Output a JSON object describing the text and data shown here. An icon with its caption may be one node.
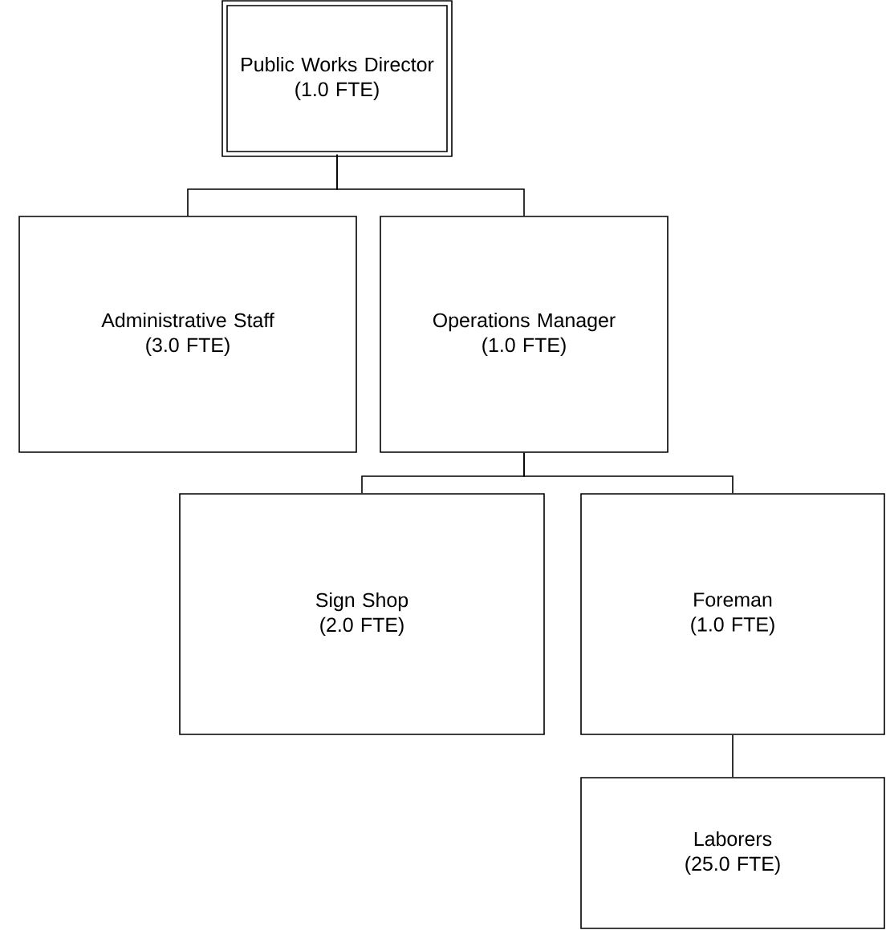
{
  "diagram": {
    "nodes": [
      {
        "text": [
          "Public Works Director",
          "(1.0 FTE)"
        ]
      },
      {
        "text": [
          "Administrative Staff",
          "(3.0 FTE)"
        ]
      },
      {
        "text": [
          "Operations Manager",
          "(1.0 FTE)"
        ]
      },
      {
        "text": [
          "Sign Shop",
          "(2.0 FTE)"
        ]
      },
      {
        "text": [
          "Foreman",
          "(1.0 FTE)"
        ]
      },
      {
        "text": [
          "Laborers",
          "(25.0 FTE)"
        ]
      }
    ],
    "edges": [
      {
        "from": 0,
        "to": 1,
        "arrow": "none"
      },
      {
        "from": 0,
        "to": 2,
        "arrow": "none"
      },
      {
        "from": 2,
        "to": 3,
        "arrow": "none"
      },
      {
        "from": 2,
        "to": 4,
        "arrow": "none"
      },
      {
        "from": 4,
        "to": 5,
        "arrow": "none"
      }
    ]
  }
}
